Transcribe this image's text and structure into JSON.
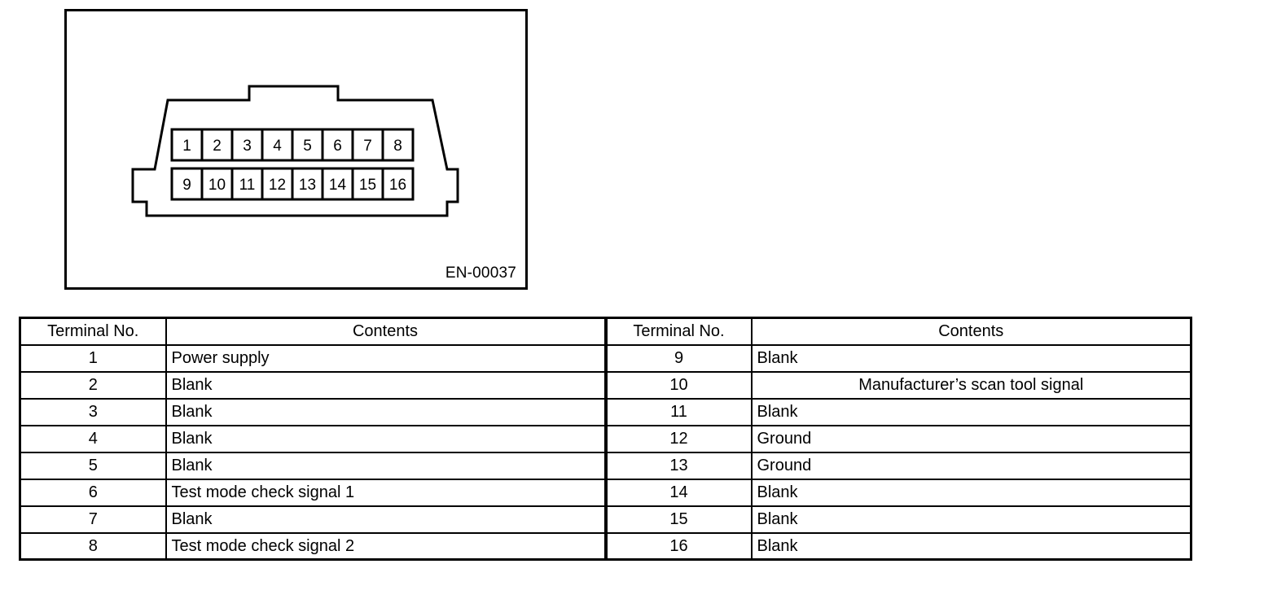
{
  "figure": {
    "code_label": "EN-00037",
    "connector_name": "data-link-connector",
    "pins_top_row": [
      "1",
      "2",
      "3",
      "4",
      "5",
      "6",
      "7",
      "8"
    ],
    "pins_bottom_row": [
      "9",
      "10",
      "11",
      "12",
      "13",
      "14",
      "15",
      "16"
    ],
    "line_color": "#000000",
    "fill_color": "#ffffff"
  },
  "table": {
    "headers": {
      "terminal_no": "Terminal No.",
      "contents": "Contents"
    },
    "left_rows": [
      {
        "terminal": "1",
        "contents": "Power supply",
        "align": "left"
      },
      {
        "terminal": "2",
        "contents": "Blank",
        "align": "left"
      },
      {
        "terminal": "3",
        "contents": "Blank",
        "align": "left"
      },
      {
        "terminal": "4",
        "contents": "Blank",
        "align": "left"
      },
      {
        "terminal": "5",
        "contents": "Blank",
        "align": "left"
      },
      {
        "terminal": "6",
        "contents": "Test mode check signal 1",
        "align": "left"
      },
      {
        "terminal": "7",
        "contents": "Blank",
        "align": "left"
      },
      {
        "terminal": "8",
        "contents": "Test mode check signal 2",
        "align": "left"
      }
    ],
    "right_rows": [
      {
        "terminal": "9",
        "contents": "Blank",
        "align": "left"
      },
      {
        "terminal": "10",
        "contents": "Manufacturer’s scan tool signal",
        "align": "center"
      },
      {
        "terminal": "11",
        "contents": "Blank",
        "align": "left"
      },
      {
        "terminal": "12",
        "contents": "Ground",
        "align": "left"
      },
      {
        "terminal": "13",
        "contents": "Ground",
        "align": "left"
      },
      {
        "terminal": "14",
        "contents": "Blank",
        "align": "left"
      },
      {
        "terminal": "15",
        "contents": "Blank",
        "align": "left"
      },
      {
        "terminal": "16",
        "contents": "Blank",
        "align": "left"
      }
    ]
  }
}
